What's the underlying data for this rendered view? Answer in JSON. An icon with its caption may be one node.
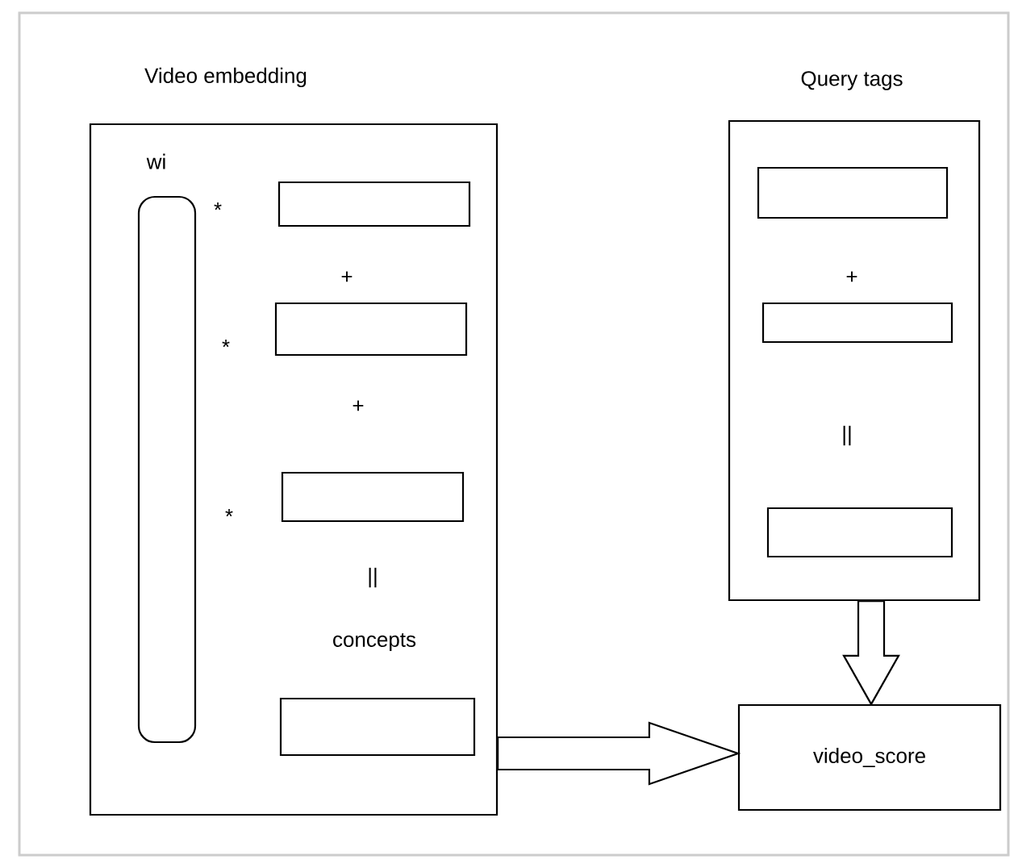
{
  "diagram": {
    "nodes": [
      {
        "text": [
          "Video embedding"
        ]
      },
      {
        "text": [
          "wi"
        ],
        "in": 0
      },
      {
        "text": [],
        "shape": "box",
        "in": 0
      },
      {
        "text": [],
        "shape": "box",
        "in": 0
      },
      {
        "text": [],
        "shape": "box",
        "in": 0
      },
      {
        "text": [],
        "shape": "box",
        "in": 0
      },
      {
        "text": [
          "Query tags"
        ]
      },
      {
        "text": [],
        "shape": "box",
        "in": 6
      },
      {
        "text": [],
        "shape": "box",
        "in": 6
      },
      {
        "text": [],
        "shape": "box",
        "in": 6
      },
      {
        "text": [
          "video_score"
        ]
      }
    ],
    "edges": [
      {
        "from": 0,
        "to": 10,
        "arrow": "to"
      },
      {
        "from": 6,
        "to": 10,
        "arrow": "to"
      }
    ],
    "labels": [
      "*",
      "+",
      "*",
      "+",
      "*",
      "||",
      "concepts",
      "+",
      "||"
    ]
  }
}
